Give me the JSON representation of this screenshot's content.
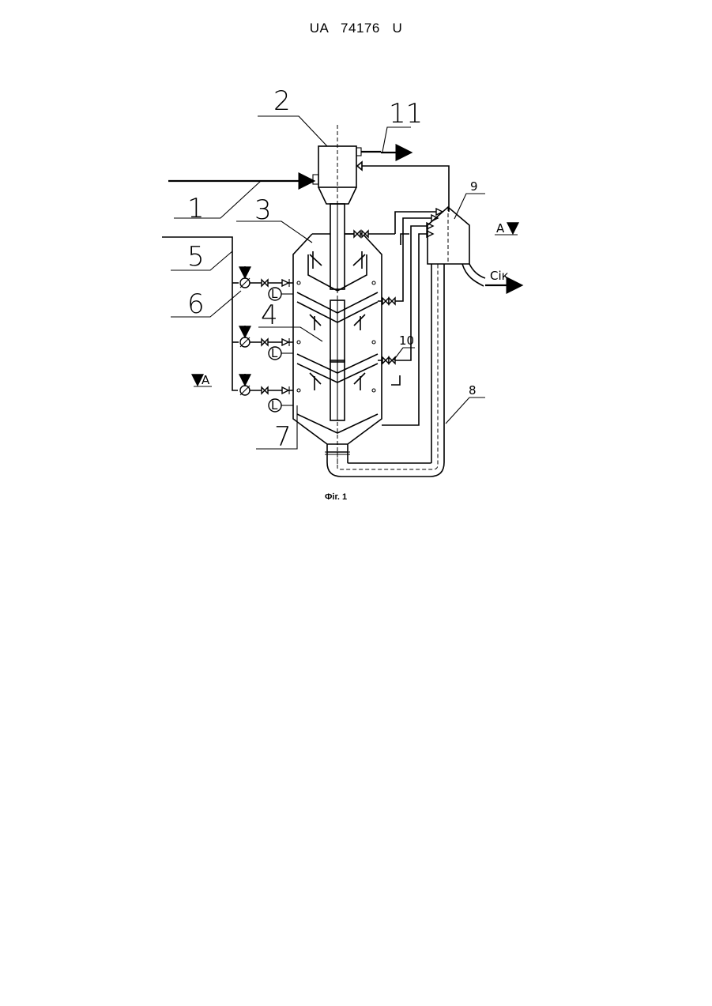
{
  "header": {
    "doc_number": "UA   74176   U"
  },
  "figure": {
    "caption": "Фіг. 1",
    "labels": {
      "n1": "1",
      "n2": "2",
      "n3": "3",
      "n4": "4",
      "n5": "5",
      "n6": "6",
      "n7": "7",
      "n8": "8",
      "n9": "9",
      "n10": "10",
      "n11": "11"
    },
    "section_mark": "A",
    "drain_label": "Сік"
  }
}
